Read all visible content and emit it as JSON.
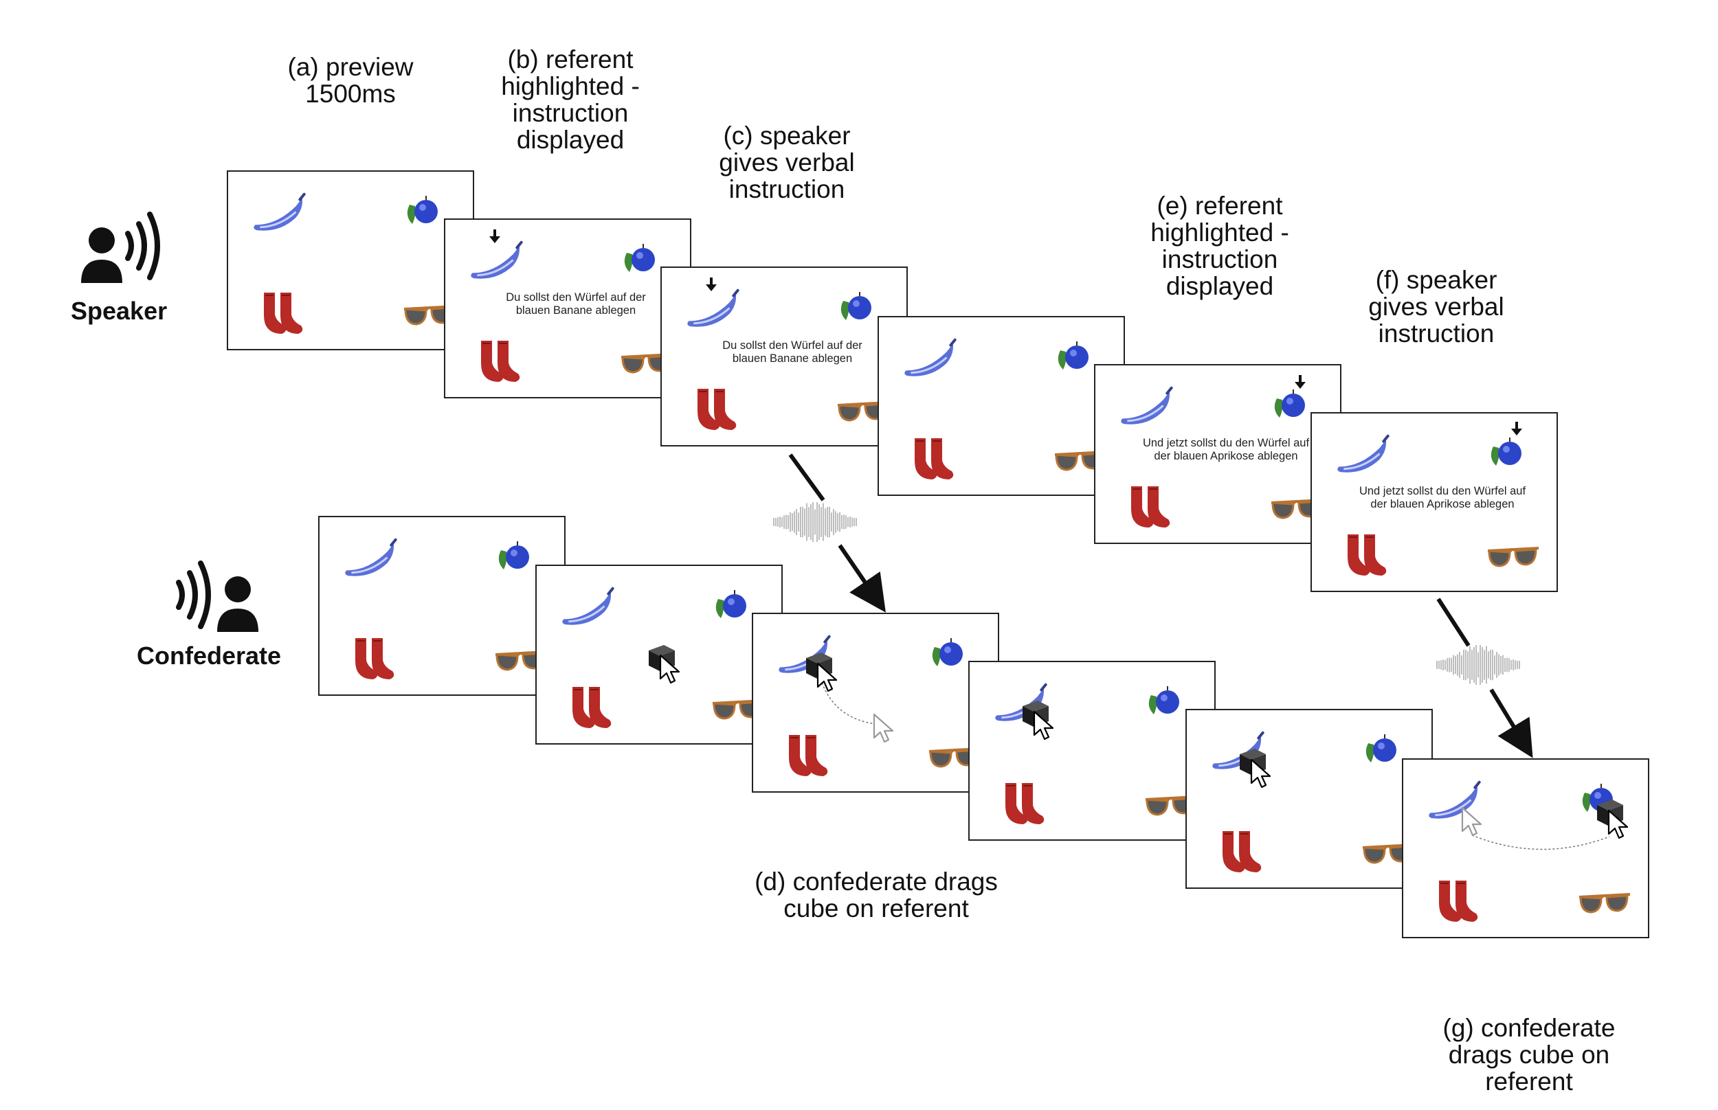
{
  "roles": {
    "speaker": "Speaker",
    "confederate": "Confederate"
  },
  "steps": {
    "a": [
      "(a) preview",
      "1500ms"
    ],
    "b": [
      "(b) referent",
      "highlighted -",
      "instruction",
      "displayed"
    ],
    "c": [
      "(c) speaker",
      "gives verbal",
      "instruction"
    ],
    "d": [
      "(d) confederate drags",
      "cube on referent"
    ],
    "e": [
      "(e) referent",
      "highlighted -",
      "instruction",
      "displayed"
    ],
    "f": [
      "(f) speaker",
      "gives verbal",
      "instruction"
    ],
    "g": [
      "(g) confederate",
      "drags cube on",
      "referent"
    ]
  },
  "instructions": {
    "first": [
      "Du sollst den Würfel auf der",
      "blauen Banane ablegen"
    ],
    "second_e": [
      "Und jetzt sollst du den Würfel auf",
      "der blauen Aprikose ablegen"
    ],
    "second_f": [
      "Und jetzt sollst du den Würfel auf",
      "der blauen Aprikose ablegen"
    ]
  },
  "objects": [
    "blue-banana",
    "blue-apricot",
    "red-socks",
    "sunglasses"
  ],
  "icons": [
    "person-speaking-icon",
    "person-listening-icon",
    "sound-waveform-icon",
    "cube-icon",
    "cursor-icon",
    "down-arrow-icon"
  ],
  "colors": {
    "banana": "#5a6fd8",
    "apricot": "#2c44c8",
    "socks": "#b82a26",
    "sunglasses_frame": "#b87330",
    "lens": "#585858",
    "border": "#222222"
  }
}
